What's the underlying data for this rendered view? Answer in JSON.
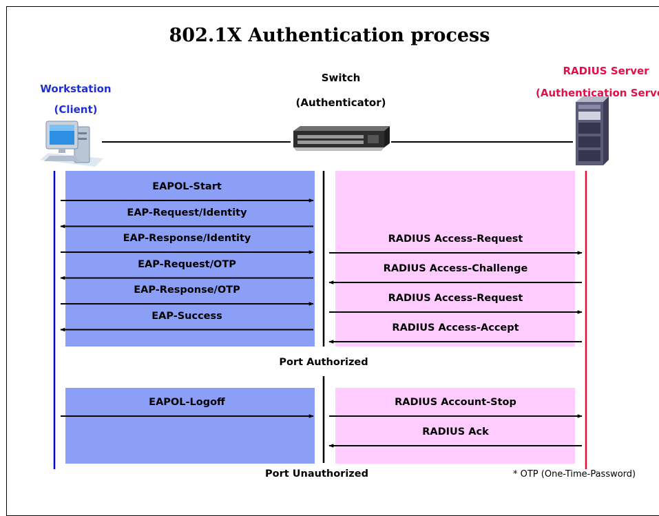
{
  "title": "802.1X Authentication process",
  "actors": {
    "workstation": {
      "line1": "Workstation",
      "line2": "(Client)",
      "color": "#1f2fd0"
    },
    "switch": {
      "line1": "Switch",
      "line2": "(Authenticator)",
      "color": "#000000"
    },
    "radius": {
      "line1": "RADIUS Server",
      "line2": "(Authentication Server)",
      "color": "#e0104a"
    }
  },
  "colors": {
    "client_zone": "#8b9ff7",
    "server_zone": "#ffccff",
    "client_lifeline": "#0000cc",
    "server_lifeline": "#dd1133"
  },
  "client_messages": [
    {
      "label": "EAPOL-Start",
      "direction": "right"
    },
    {
      "label": "EAP-Request/Identity",
      "direction": "left"
    },
    {
      "label": "EAP-Response/Identity",
      "direction": "right"
    },
    {
      "label": "EAP-Request/OTP",
      "direction": "left"
    },
    {
      "label": "EAP-Response/OTP",
      "direction": "right"
    },
    {
      "label": "EAP-Success",
      "direction": "left"
    }
  ],
  "server_messages": [
    {
      "label": "RADIUS Access-Request",
      "direction": "right"
    },
    {
      "label": "RADIUS Access-Challenge",
      "direction": "left"
    },
    {
      "label": "RADIUS Access-Request",
      "direction": "right"
    },
    {
      "label": "RADIUS Access-Accept",
      "direction": "left"
    }
  ],
  "port_authorized": "Port Authorized",
  "logoff_client": [
    {
      "label": "EAPOL-Logoff",
      "direction": "right"
    }
  ],
  "logoff_server": [
    {
      "label": "RADIUS Account-Stop",
      "direction": "right"
    },
    {
      "label": "RADIUS Ack",
      "direction": "left"
    }
  ],
  "port_unauthorized": "Port Unauthorized",
  "footnote": "* OTP (One-Time-Password)"
}
